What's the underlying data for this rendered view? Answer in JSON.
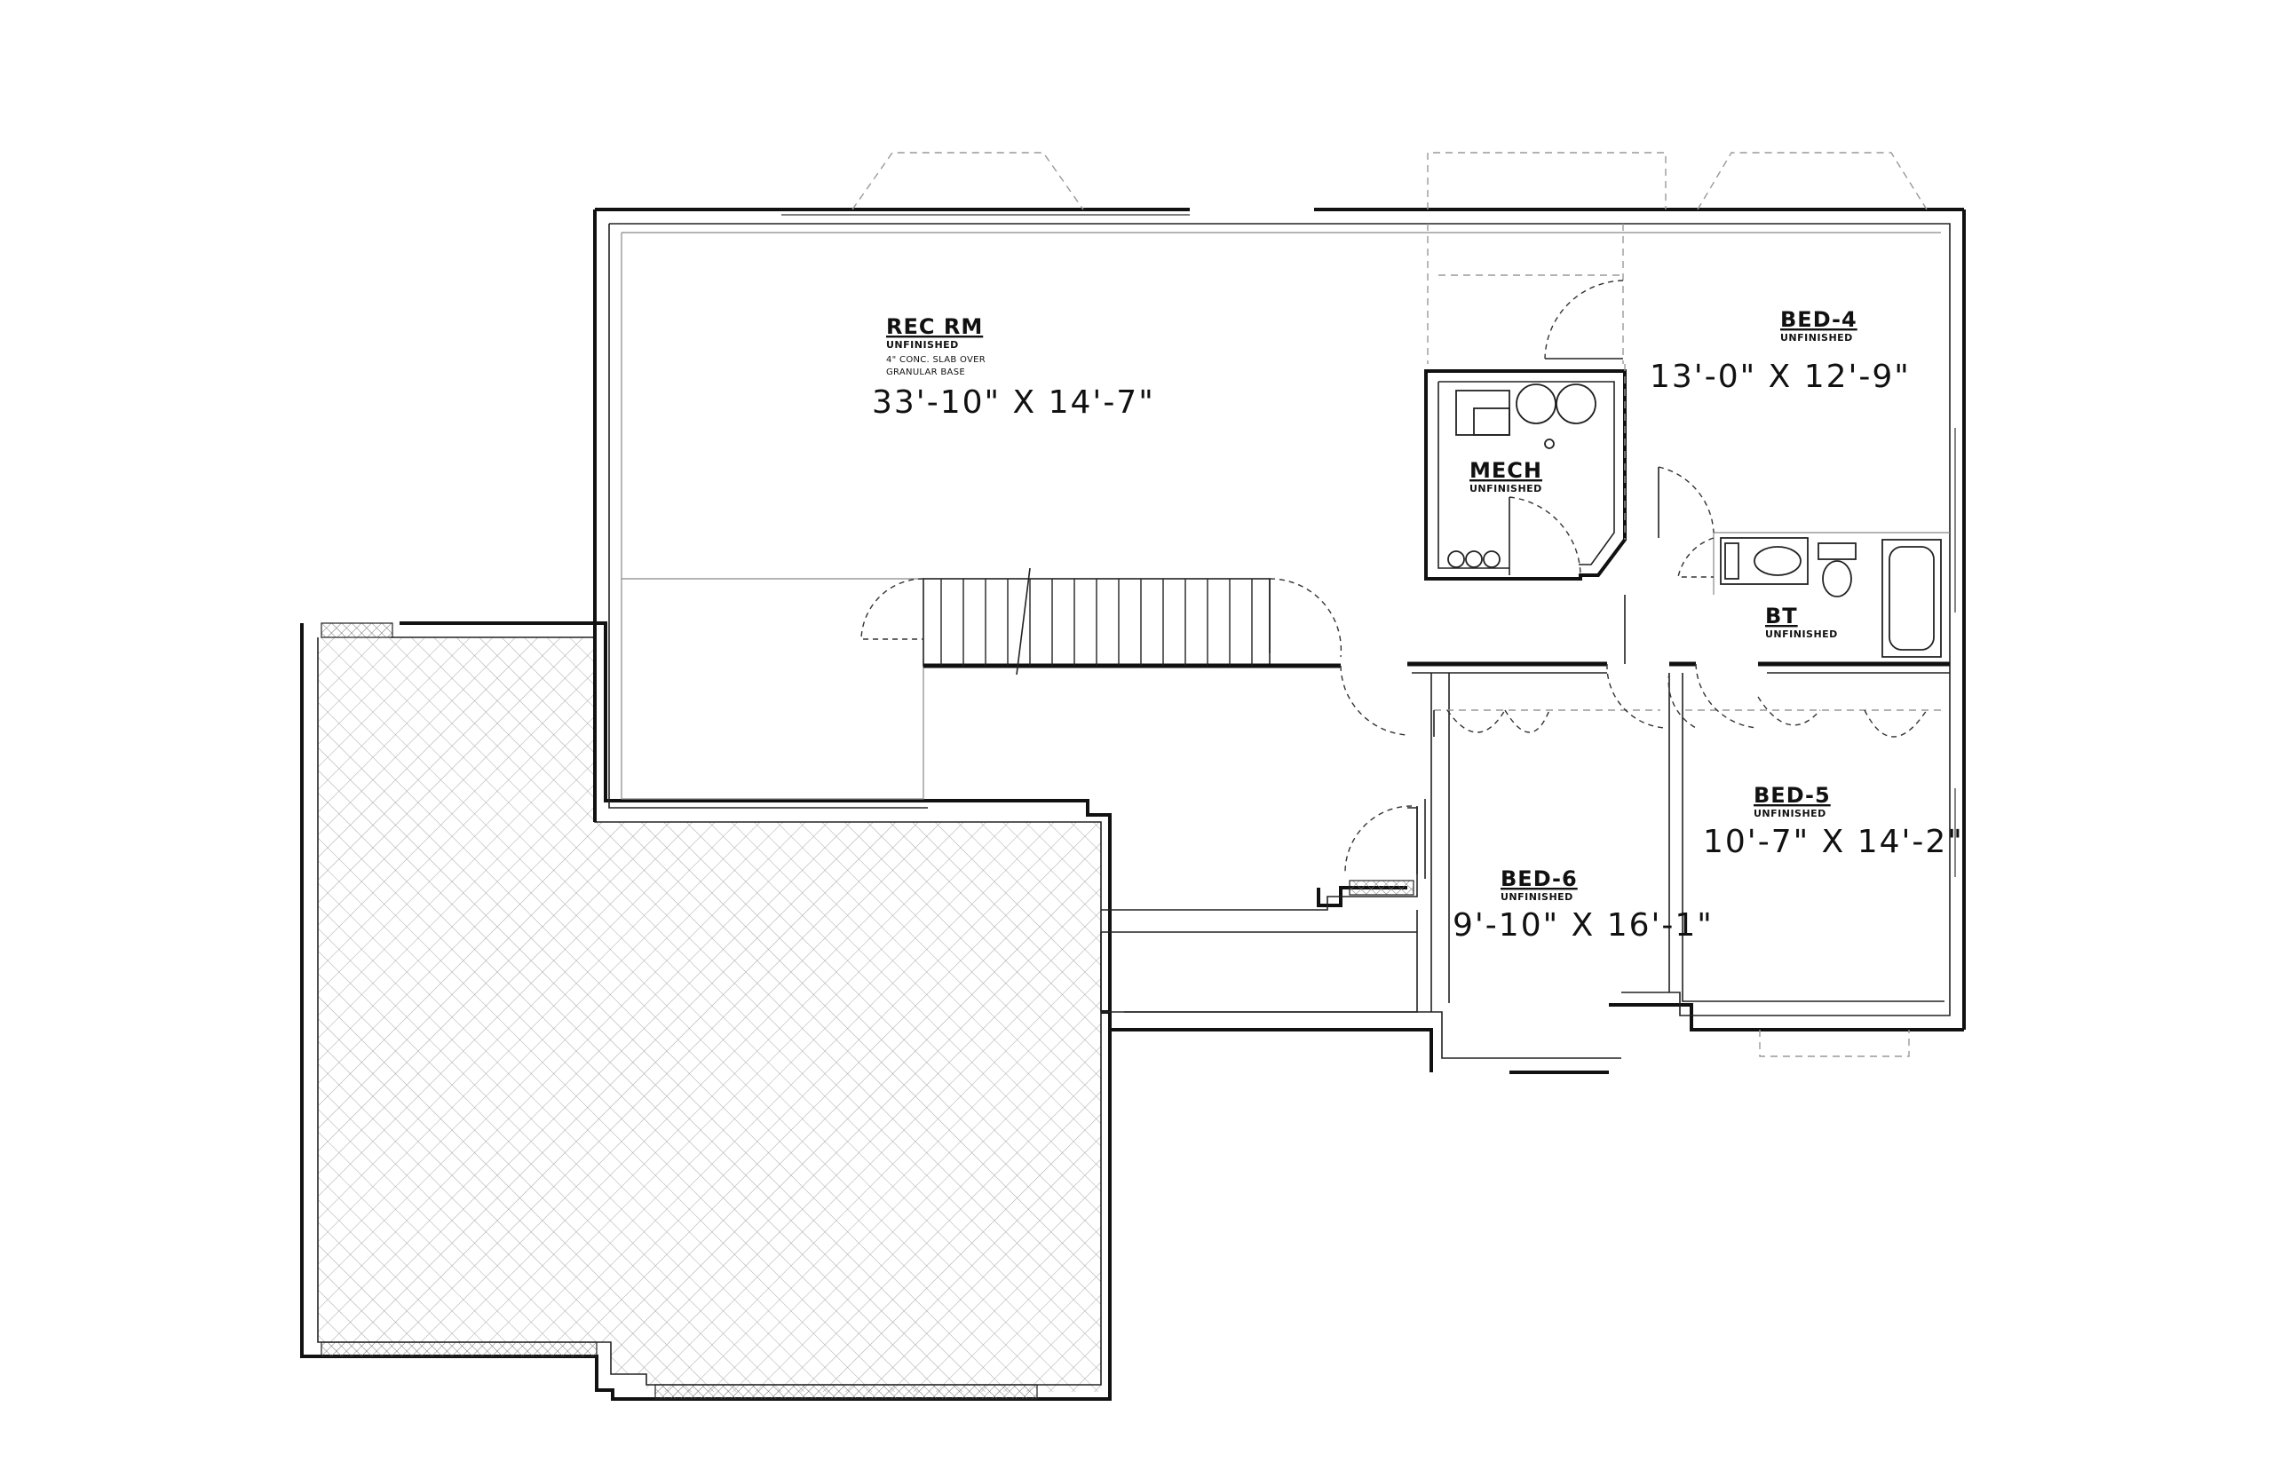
{
  "rooms": {
    "rec_rm": {
      "name": "REC RM",
      "status": "UNFINISHED",
      "note_1": "4\" CONC. SLAB OVER",
      "note_2": "GRANULAR BASE",
      "dims": "33'-10\" X 14'-7\""
    },
    "bed_4": {
      "name": "BED-4",
      "status": "UNFINISHED",
      "dims": "13'-0\" X 12'-9\""
    },
    "mech": {
      "name": "MECH",
      "status": "UNFINISHED"
    },
    "bt": {
      "name": "BT",
      "status": "UNFINISHED"
    },
    "bed_5": {
      "name": "BED-5",
      "status": "UNFINISHED",
      "dims": "10'-7\" X 14'-2\""
    },
    "bed_6": {
      "name": "BED-6",
      "status": "UNFINISHED",
      "dims": "9'-10\" X 16'-1\""
    }
  },
  "colors": {
    "line": "#111111",
    "hatch": "#9a9a9a",
    "background": "#ffffff"
  }
}
